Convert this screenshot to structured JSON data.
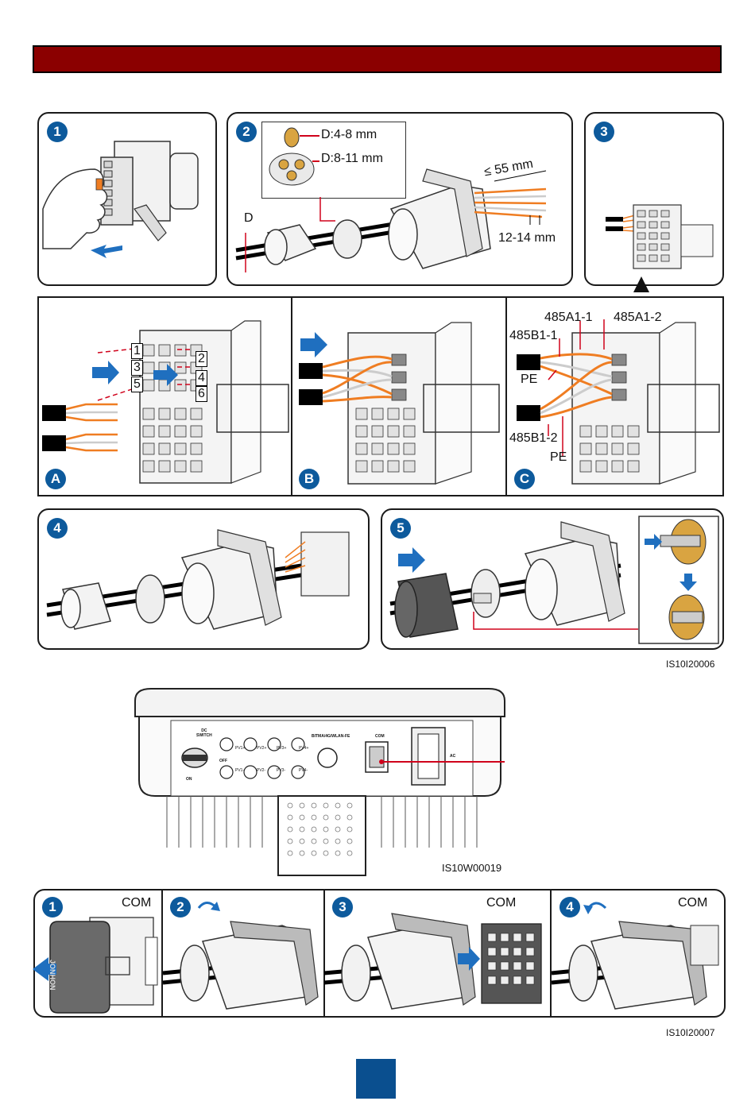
{
  "steps_top": {
    "s1": {
      "num": "1"
    },
    "s2": {
      "num": "2",
      "d_small": "D:4-8 mm",
      "d_large": "D:8-11 mm",
      "strip_len": "≤ 55 mm",
      "insulation": "12-14 mm",
      "d_label": "D"
    },
    "s3": {
      "num": "3"
    }
  },
  "wiring": {
    "a": {
      "letter": "A",
      "pins": [
        "1",
        "2",
        "3",
        "4",
        "5",
        "6"
      ]
    },
    "b": {
      "letter": "B"
    },
    "c": {
      "letter": "C",
      "labels": {
        "a1_1": "485A1-1",
        "a1_2": "485A1-2",
        "b1_1": "485B1-1",
        "pe_top": "PE",
        "b1_2": "485B1-2",
        "pe_bottom": "PE"
      }
    }
  },
  "steps_mid": {
    "s4": {
      "num": "4"
    },
    "s5": {
      "num": "5"
    },
    "code1": "IS10I20006"
  },
  "inverter": {
    "labels": {
      "dc_switch": "DC\nSWITCH",
      "off": "OFF",
      "on": "ON",
      "wlan": "BITMA/4G/WLAN-FE",
      "com": "COM",
      "ac": "AC",
      "pv_top": [
        "PV1+",
        "PV2+",
        "PV3+",
        "PV4+"
      ],
      "pv_bottom": [
        "PV1-",
        "PV2-",
        "PV3-",
        "PV4-"
      ]
    },
    "code": "IS10W00019"
  },
  "bottom": {
    "s1": {
      "num": "1",
      "label": "COM",
      "cap_text": "JONHON"
    },
    "s2": {
      "num": "2"
    },
    "s3": {
      "num": "3",
      "label": "COM"
    },
    "s4": {
      "num": "4",
      "label": "COM"
    },
    "code": "IS10I20007"
  },
  "colors": {
    "title_bar": "#8b0000",
    "accent_blue": "#0d5a9c",
    "wire_orange": "#ef7d22",
    "red_line": "#d0021b"
  }
}
